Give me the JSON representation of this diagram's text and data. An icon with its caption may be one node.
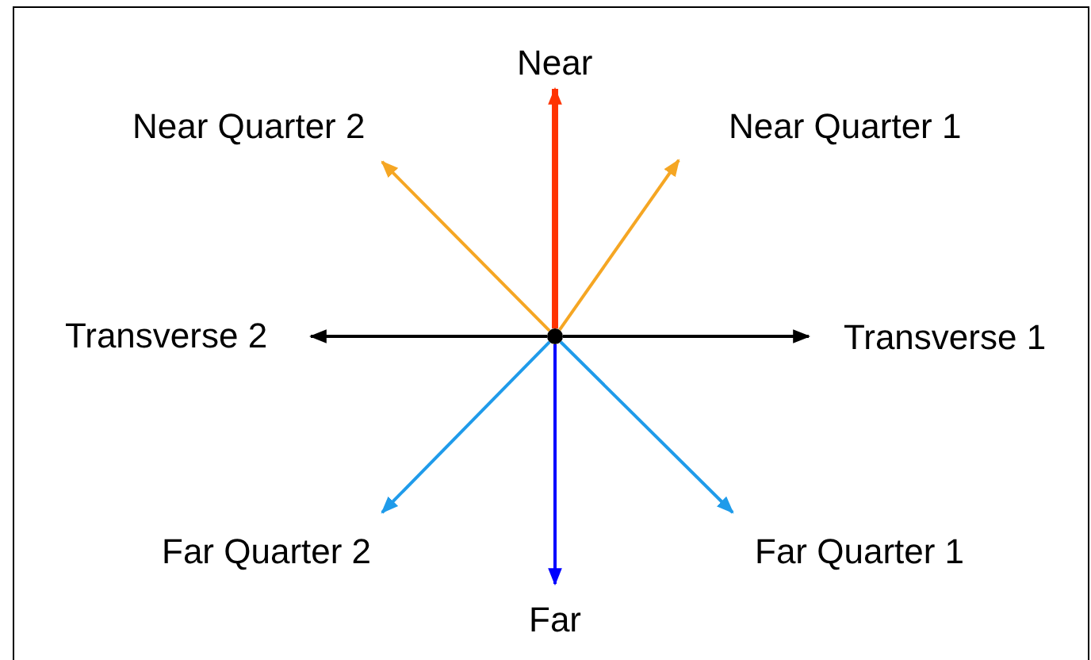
{
  "diagram": {
    "nodes": [
      {
        "text": [],
        "shape": "circle"
      },
      {
        "text": [
          "Near"
        ]
      },
      {
        "text": [
          "Near Quarter 2"
        ]
      },
      {
        "text": [
          "Near Quarter 1"
        ]
      },
      {
        "text": [
          "Transverse 2"
        ]
      },
      {
        "text": [
          "Transverse 1"
        ]
      },
      {
        "text": [
          "Far Quarter 2"
        ]
      },
      {
        "text": [
          "Far Quarter 1"
        ]
      },
      {
        "text": [
          "Far"
        ]
      }
    ],
    "edges": [
      {
        "from": 0,
        "to": 1,
        "arrow": "to",
        "style": "thick",
        "color": "#ff3300"
      },
      {
        "from": 0,
        "to": 2,
        "arrow": "to",
        "color": "#f5a623"
      },
      {
        "from": 0,
        "to": 3,
        "arrow": "to",
        "color": "#f5a623"
      },
      {
        "from": 0,
        "to": 4,
        "arrow": "to",
        "color": "#000000"
      },
      {
        "from": 0,
        "to": 5,
        "arrow": "to",
        "color": "#000000"
      },
      {
        "from": 0,
        "to": 6,
        "arrow": "to",
        "color": "#1f9bea"
      },
      {
        "from": 0,
        "to": 7,
        "arrow": "to",
        "color": "#1f9bea"
      },
      {
        "from": 0,
        "to": 8,
        "arrow": "to",
        "color": "#0000ff"
      }
    ]
  }
}
